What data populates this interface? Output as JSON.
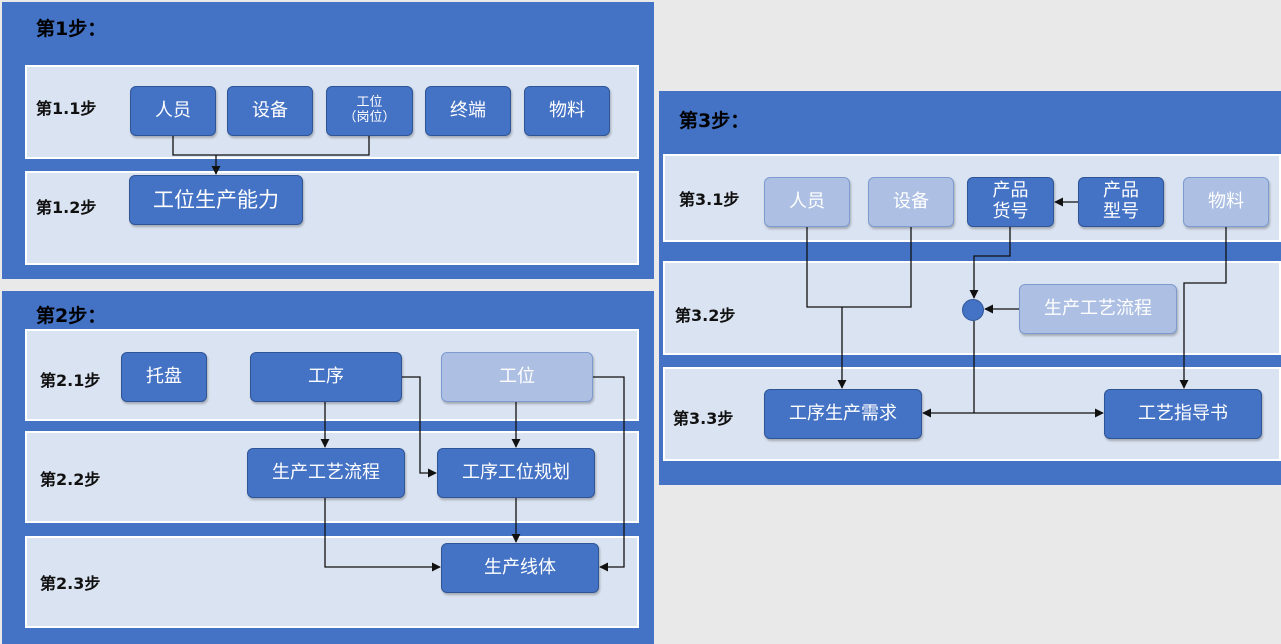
{
  "step1": {
    "title": "第1步：",
    "row1_label": "第1.1步",
    "row2_label": "第1.2步",
    "person": "人员",
    "equipment": "设备",
    "station_line1": "工位",
    "station_line2": "（岗位）",
    "terminal": "终端",
    "material": "物料",
    "station_capacity": "工位生产能力"
  },
  "step2": {
    "title": "第2步：",
    "row1_label": "第2.1步",
    "row2_label": "第2.2步",
    "row3_label": "第2.3步",
    "pallet": "托盘",
    "process": "工序",
    "station": "工位",
    "production_flow": "生产工艺流程",
    "process_station_plan": "工序工位规划",
    "production_line": "生产线体"
  },
  "step3": {
    "title": "第3步：",
    "row1_label": "第3.1步",
    "row2_label": "第3.2步",
    "row3_label": "第3.3步",
    "person": "人员",
    "equipment": "设备",
    "product_item_line1": "产品",
    "product_item_line2": "货号",
    "product_model_line1": "产品",
    "product_model_line2": "型号",
    "material": "物料",
    "production_flow": "生产工艺流程",
    "process_demand": "工序生产需求",
    "instruction": "工艺指导书"
  },
  "colors": {
    "panel": "#4472c4",
    "row": "#dae3f1",
    "box_dark": "#4472c4",
    "box_light": "#adc0e3"
  }
}
